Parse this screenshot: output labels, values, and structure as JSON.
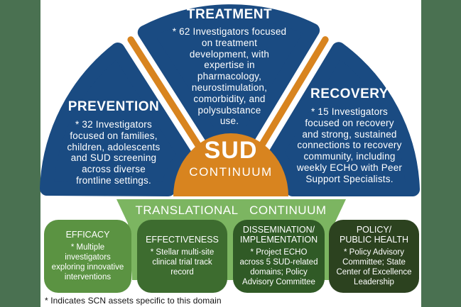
{
  "colors": {
    "segment_blue": "#1A4B82",
    "continuum_orange": "#D8841F",
    "bar_green": "#7CB561",
    "efficacy_green": "#5B9342",
    "effectiveness_green": "#3D6C2F",
    "dissemination_green": "#305A26",
    "policy_green": "#2C421F",
    "background_band_green": "#4A7151",
    "text_white": "#ffffff"
  },
  "fan": {
    "segments": [
      {
        "title": "PREVENTION",
        "body": [
          "* 32 Investigators",
          "focused on families,",
          "children, adolescents",
          "and SUD screening",
          "across diverse",
          "frontline settings."
        ]
      },
      {
        "title": "TREATMENT",
        "body": [
          "* 62 Investigators focused",
          "on treatment",
          "development, with",
          "expertise in",
          "pharmacology,",
          "neurostimulation,",
          "comorbidity, and",
          "polysubstance",
          "use."
        ]
      },
      {
        "title": "RECOVERY",
        "body": [
          "* 15 Investigators",
          "focused on recovery",
          "and strong, sustained",
          "connections to recovery",
          "community, including",
          "weekly ECHO with Peer",
          "Support Specialists."
        ]
      }
    ],
    "center": {
      "title": "SUD",
      "subtitle": "CONTINUUM"
    }
  },
  "translational_bar": {
    "label": "TRANSLATIONAL CONTINUUM"
  },
  "boxes": [
    {
      "title": [
        "EFFICACY"
      ],
      "body": [
        "* Multiple",
        "investigators",
        "exploring innovative",
        "interventions"
      ]
    },
    {
      "title": [
        "EFFECTIVENESS"
      ],
      "body": [
        "* Stellar multi-site",
        "clinical trial track",
        "record"
      ]
    },
    {
      "title": [
        "DISSEMINATION/",
        "IMPLEMENTATION"
      ],
      "body": [
        "* Project ECHO",
        "across 5 SUD-related",
        "domains; Policy",
        "Advisory Committee"
      ]
    },
    {
      "title": [
        "POLICY/",
        "PUBLIC HEALTH"
      ],
      "body": [
        "* Policy Advisory",
        "Committee; State",
        "Center of Excellence",
        "Leadership"
      ]
    }
  ],
  "footnote": "* Indicates SCN assets specific to this domain"
}
